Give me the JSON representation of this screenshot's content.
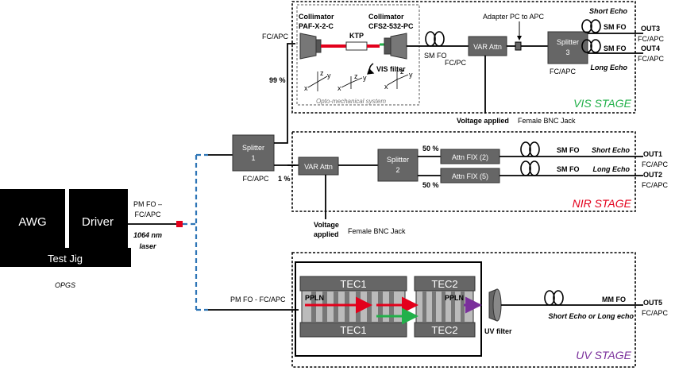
{
  "opgs": {
    "awg": "AWG",
    "driver": "Driver",
    "test_jig": "Test Jig",
    "caption": "OPGS"
  },
  "pm_fo_top": "PM FO –",
  "pm_fo_bottom": "FC/APC",
  "laser_line1": "1064 nm",
  "laser_line2": "laser",
  "splitter1": {
    "line1": "Splitter",
    "line2": "1",
    "fc": "FC/APC",
    "pct_top": "99 %",
    "pct_bottom": "1 %"
  },
  "vis": {
    "fc_apc_in": "FC/APC",
    "collimator1_line1": "Collimator",
    "collimator1_line2": "PAF-X-2-C",
    "collimator2_line1": "Collimator",
    "collimator2_line2": "CFS2-532-PC",
    "ktp": "KTP",
    "vis_filter": "VIS filter",
    "axis_x": "x",
    "axis_y": "y",
    "axis_z": "z",
    "opto_mech": "Opto-mechanical system",
    "sm_fo": "SM FO",
    "fc_pc": "FC/PC",
    "var_attn": "VAR Attn",
    "adapter": "Adapter PC to APC",
    "splitter3_line1": "Splitter",
    "splitter3_line2": "3",
    "fc_apc_s3": "FC/APC",
    "short_echo": "Short Echo",
    "long_echo": "Long Echo",
    "sm_fo_1": "SM FO",
    "sm_fo_2": "SM FO",
    "out3": "OUT3",
    "out3_fc": "FC/APC",
    "out4": "OUT4",
    "out4_fc": "FC/APC",
    "voltage": "Voltage applied",
    "bnc": "Female BNC Jack",
    "stage_label": "VIS STAGE"
  },
  "nir": {
    "var_attn": "VAR Attn",
    "splitter2_line1": "Splitter",
    "splitter2_line2": "2",
    "pct1": "50 %",
    "pct2": "50 %",
    "attn2": "Attn FIX (2)",
    "attn5": "Attn FIX (5)",
    "sm_fo_1": "SM FO",
    "sm_fo_2": "SM FO",
    "short_echo": "Short Echo",
    "long_echo": "Long Echo",
    "out1": "OUT1",
    "out1_fc": "FC/APC",
    "out2": "OUT2",
    "out2_fc": "FC/APC",
    "voltage_line1": "Voltage",
    "voltage_line2": "applied",
    "bnc": "Female BNC Jack",
    "stage_label": "NIR STAGE"
  },
  "uv": {
    "pm_fo": "PM FO - FC/APC",
    "tec1_top": "TEC1",
    "tec1_bottom": "TEC1",
    "tec2_top": "TEC2",
    "tec2_bottom": "TEC2",
    "ppln1": "PPLN",
    "ppln2": "PPLN",
    "uv_filter": "UV filter",
    "mm_fo": "MM FO",
    "echo": "Short Echo or Long echo",
    "out5": "OUT5",
    "out5_fc": "FC/APC",
    "stage_label": "UV STAGE"
  },
  "colors": {
    "vis_stage": "#22b04a",
    "nir_stage": "#e3001b",
    "uv_stage": "#7a2f9b",
    "blue_link": "#2e75b6",
    "red_beam": "#e3001b",
    "green_beam": "#22b04a",
    "purple_beam": "#7a2f9b"
  }
}
